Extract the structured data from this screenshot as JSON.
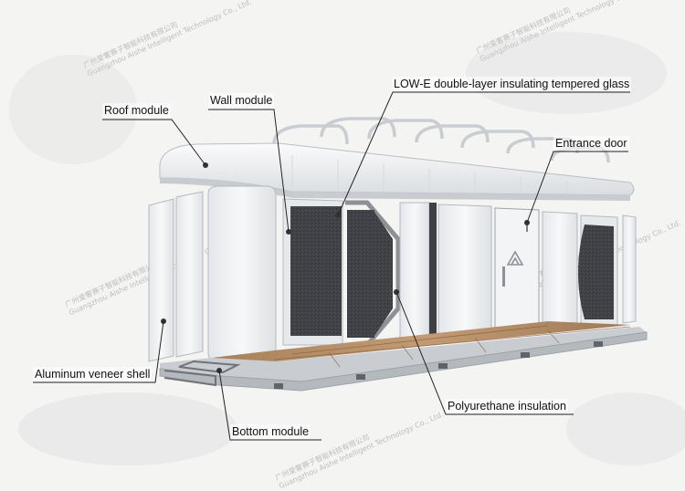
{
  "labels": {
    "roof_module": "Roof module",
    "wall_module": "Wall module",
    "low_e_glass": "LOW-E double-layer insulating tempered glass",
    "entrance_door": "Entrance door",
    "aluminum_shell": "Aluminum veneer shell",
    "polyurethane": "Polyurethane insulation",
    "bottom_module": "Bottom module"
  },
  "watermark": {
    "line1": "广州爱奢赛子智能科技有限公司",
    "line2": "Guangzhou Aishe Intelligent Technology Co., Ltd."
  },
  "colors": {
    "background": "#f4f4f3",
    "panel_white": "#eef0f2",
    "glass_dark": "#3f4044",
    "floor_wood": "#b08a63",
    "frame_gray": "#8d9196"
  }
}
